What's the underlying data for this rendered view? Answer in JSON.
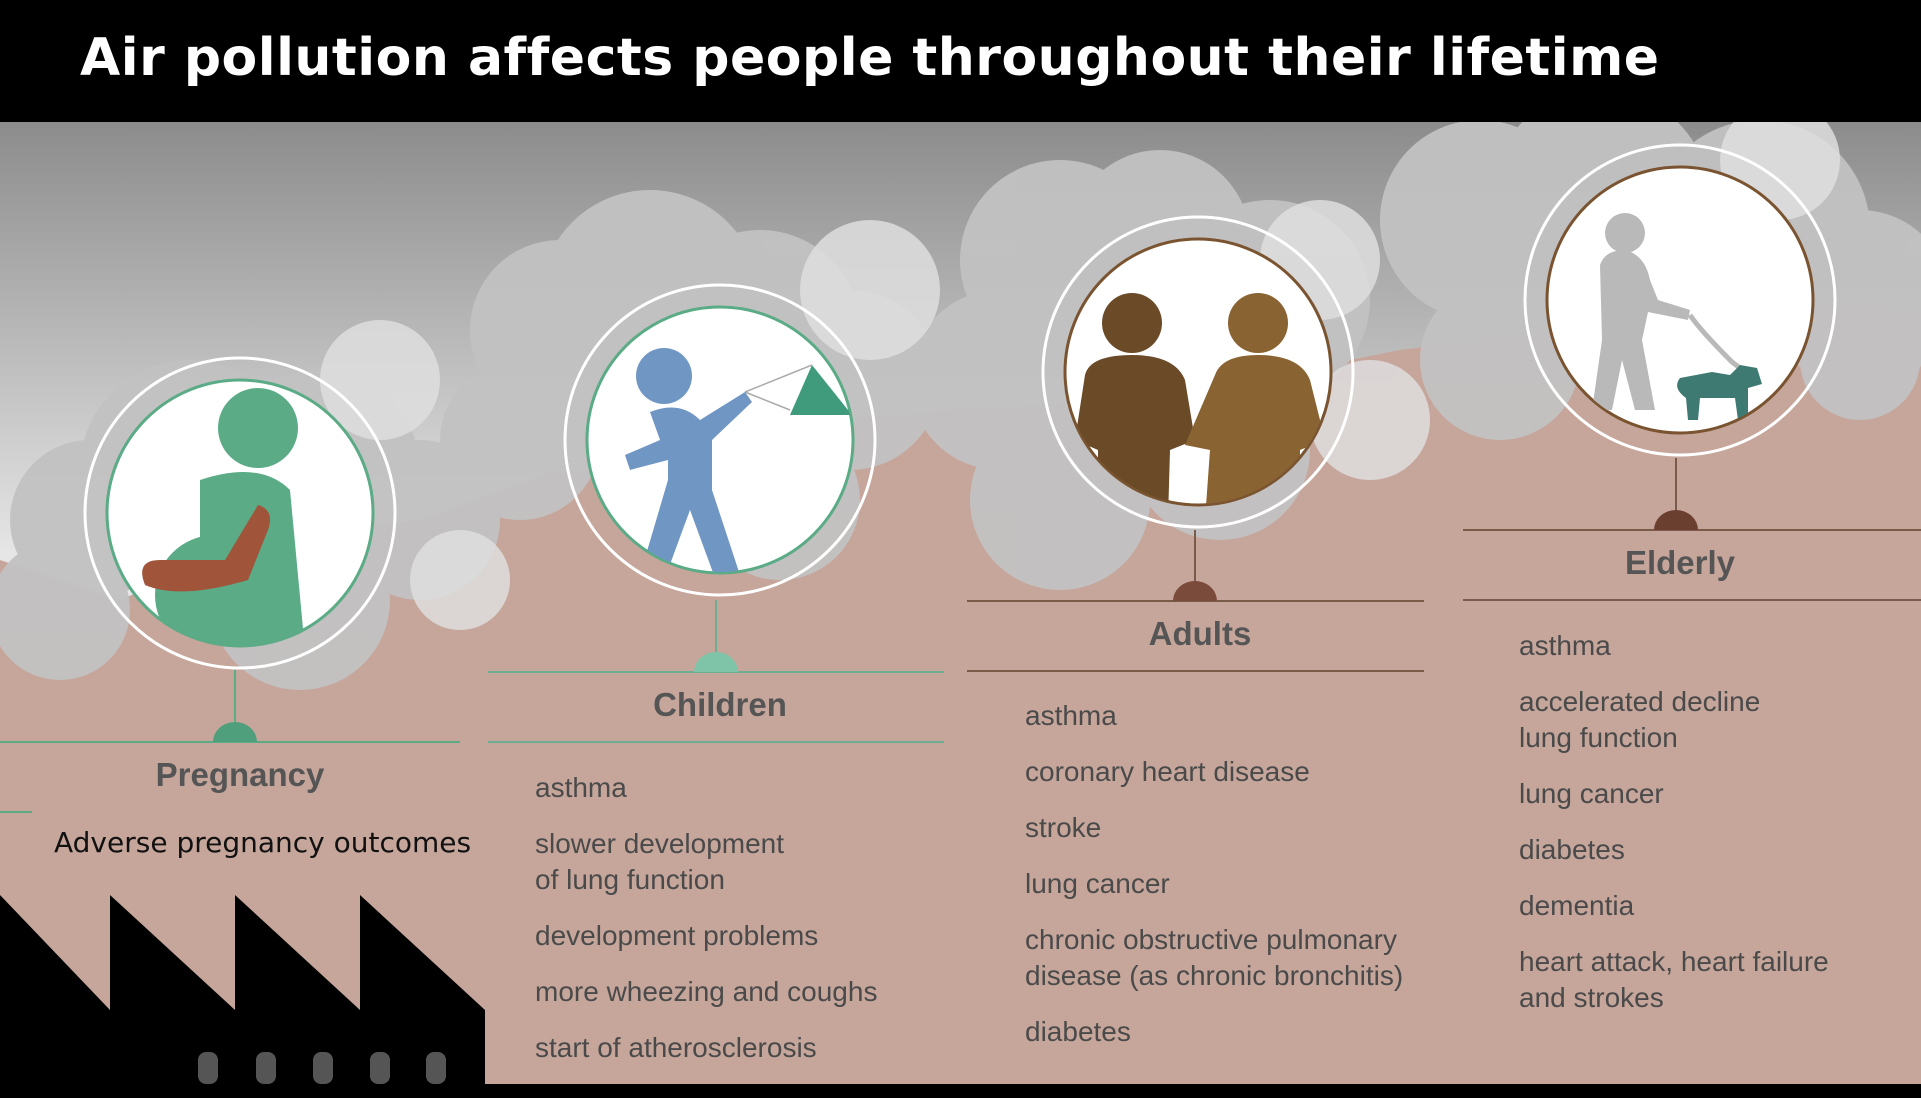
{
  "title": "Air pollution affects people throughout their lifetime",
  "colors": {
    "background_top": "#9a9a9a",
    "cloud_light": "#d9d9d9",
    "cloud_mid": "#bdbdbd",
    "ground_pink": "#c6a69b",
    "pregnancy_green": "#5aab86",
    "children_blue": "#7096c4",
    "adults_brown": "#7a5430",
    "elderly_gray": "#b9b9b9",
    "dog_teal": "#3e7a72"
  },
  "stages": [
    {
      "name": "Pregnancy",
      "icon": "pregnant-woman-icon",
      "effects": [
        "Adverse pregnancy outcomes"
      ]
    },
    {
      "name": "Children",
      "icon": "child-with-kite-icon",
      "effects": [
        "asthma",
        "slower development\nof lung function",
        "development problems",
        "more wheezing and coughs",
        "start of atherosclerosis"
      ]
    },
    {
      "name": "Adults",
      "icon": "adult-couple-icon",
      "effects": [
        "asthma",
        "coronary heart disease",
        "stroke",
        "lung cancer",
        "chronic obstructive pulmonary\ndisease (as chronic bronchitis)",
        "diabetes"
      ]
    },
    {
      "name": "Elderly",
      "icon": "elderly-with-dog-icon",
      "effects": [
        "asthma",
        "accelerated decline\nlung function",
        "lung cancer",
        "diabetes",
        "dementia",
        "heart attack, heart failure\nand strokes"
      ]
    }
  ]
}
